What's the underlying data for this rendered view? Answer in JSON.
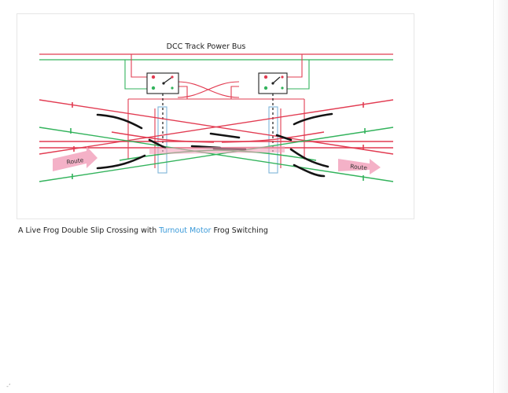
{
  "diagram": {
    "title": "DCC Track Power Bus",
    "route_label_left": "Route",
    "route_label_right": "Route",
    "colors": {
      "red_rail": "#e23c52",
      "green_rail": "#33b35c",
      "point_blade": "#141414",
      "insulator": "#7fb5d9",
      "route_arrow": "#f2a3bd",
      "dashed_link": "#1a1a1a"
    }
  },
  "caption": {
    "before": "A Live Frog Double Slip Crossing with ",
    "link": "Turnout Motor",
    "after": " Frog Switching"
  },
  "corner_mark": "̵‘"
}
